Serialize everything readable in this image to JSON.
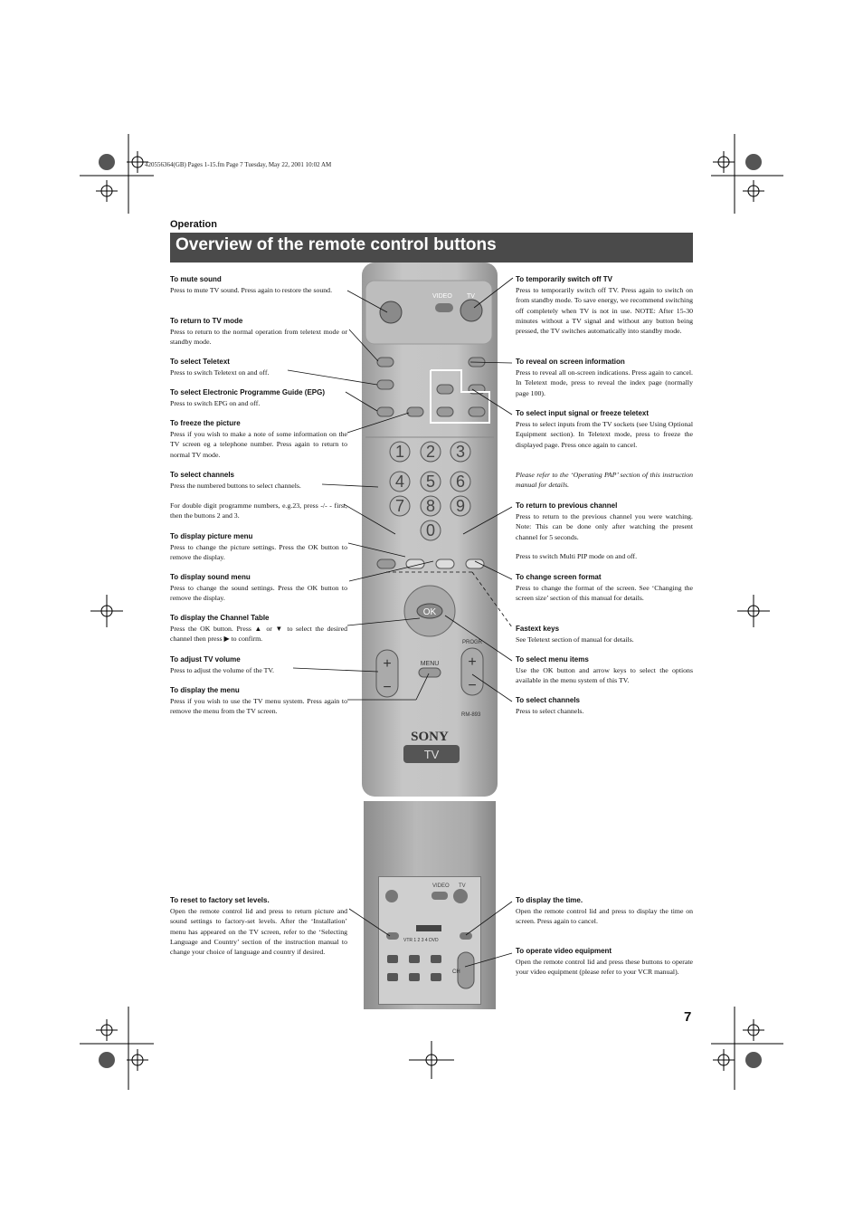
{
  "print_header": "420556364(GB) Pages 1-15.fm  Page 7  Tuesday, May 22, 2001  10:02 AM",
  "section": "Operation",
  "title": "Overview of the remote control buttons",
  "page_number": "7",
  "remote": {
    "video_label": "VIDEO",
    "tv_label": "TV",
    "menu_label": "MENU",
    "ok_label": "OK",
    "prog_label": "PROGR",
    "model_label": "RM-893",
    "brand": "SONY",
    "brand_sub": "TV",
    "digits": [
      "1",
      "2",
      "3",
      "4",
      "5",
      "6",
      "7",
      "8",
      "9",
      "0"
    ]
  },
  "lid": {
    "video_label": "VIDEO",
    "tv_label": "TV",
    "switch_label": "VTR 1 2 3 4 DVD",
    "ch_label": "CH"
  },
  "left": [
    {
      "title": "To mute sound",
      "body": "Press to mute TV sound. Press again to restore the sound."
    },
    {
      "title": "To return to TV mode",
      "body": "Press to return to the normal operation from teletext mode or standby mode."
    },
    {
      "title": "To select Teletext",
      "body": "Press to switch Teletext on and off."
    },
    {
      "title": "To select Electronic Programme Guide (EPG)",
      "body": "Press to switch EPG on and off."
    },
    {
      "title": "To freeze the picture",
      "body": "Press if you wish to make a note of some information on the TV screen eg a telephone number. Press again to return to normal TV mode."
    },
    {
      "title": "To select channels",
      "body": "Press the numbered buttons to select channels."
    },
    {
      "title": "",
      "body": "For double digit programme numbers, e.g.23, press -/- - first, then the buttons 2 and 3."
    },
    {
      "title": "To display picture menu",
      "body": "Press to change the picture settings. Press the OK button to remove the display."
    },
    {
      "title": "To display sound menu",
      "body": "Press to change the sound settings. Press the OK button to remove the display."
    },
    {
      "title": "To display the Channel Table",
      "body": "Press the OK button. Press ▲ or ▼ to select the desired channel then press ▶ to confirm."
    },
    {
      "title": "To adjust TV volume",
      "body": "Press to adjust the volume of the TV."
    },
    {
      "title": "To display the menu",
      "body": "Press if you wish to use the TV menu system. Press again to remove the menu from the TV screen."
    },
    {
      "title": "To reset to factory set levels.",
      "body": "Open the remote control lid and press to return picture and sound settings to factory-set levels. After the ‘Installation’ menu has appeared on the TV screen, refer to the ‘Selecting Language and Country’ section of the instruction manual to change your choice of language and country if desired."
    }
  ],
  "right": [
    {
      "title": "To temporarily switch off TV",
      "body": "Press to temporarily switch off TV. Press again to switch on from standby mode. To save energy, we recommend switching off completely when TV is not in use.  NOTE: After 15-30 minutes without a TV signal and without any button being pressed, the TV switches automatically into standby mode."
    },
    {
      "title": "To reveal on screen information",
      "body": "Press to reveal all on-screen indications. Press again to cancel. In Teletext mode, press to reveal the index page (normally page 100)."
    },
    {
      "title": "To select input signal or freeze teletext",
      "body": "Press to select inputs from the TV sockets (see Using Optional Equipment section). In Teletext mode, press to freeze the displayed page.  Press once again to cancel."
    },
    {
      "title": "",
      "body": "Please refer to the ‘Operating PAP’ section of this instruction manual for details."
    },
    {
      "title": "To return to previous channel",
      "body": "Press to return to the previous channel you were watching.  Note: This can be done only after watching the present channel for 5 seconds."
    },
    {
      "title": "",
      "body": "Press to switch Multi PIP mode on and off."
    },
    {
      "title": "To change screen format",
      "body": "Press to change the format of the screen. See ‘Changing the screen size’ section of this manual for details."
    },
    {
      "title": "Fastext keys",
      "body": "See Teletext section of manual for details."
    },
    {
      "title": "To select menu items",
      "body": "Use the OK button and arrow keys to select the options available in the menu system of this TV."
    },
    {
      "title": "To select channels",
      "body": "Press to select channels."
    },
    {
      "title": "To display the time.",
      "body": "Open the remote control lid and press to display the time on screen. Press again to cancel."
    },
    {
      "title": "To operate video equipment",
      "body": "Open the remote control lid and press these buttons to operate your video equipment (please refer to your VCR manual)."
    }
  ]
}
